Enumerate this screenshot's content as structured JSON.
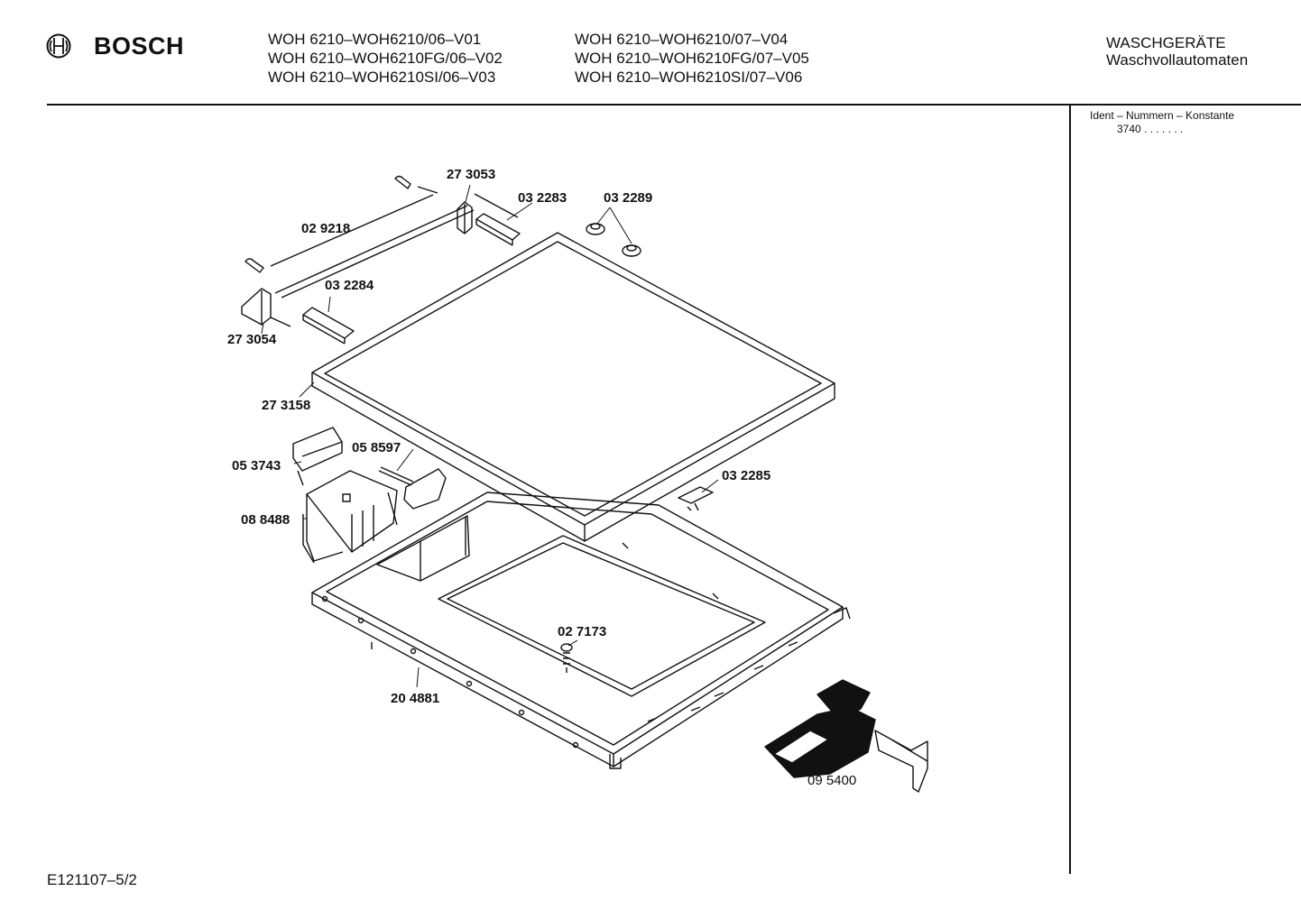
{
  "header": {
    "brand": "BOSCH",
    "models_left": [
      "WOH 6210–WOH6210/06–V01",
      "WOH 6210–WOH6210FG/06–V02",
      "WOH 6210–WOH6210SI/06–V03"
    ],
    "models_right": [
      "WOH 6210–WOH6210/07–V04",
      "WOH 6210–WOH6210FG/07–V05",
      "WOH 6210–WOH6210SI/07–V06"
    ],
    "category_line1": "WASCHGERÄTE",
    "category_line2": "Waschvollautomaten"
  },
  "sidebar": {
    "ident_label": "Ident – Nummern – Konstante",
    "ident_value": "3740  .  .     .  .  .  .  ."
  },
  "parts": {
    "p273053": "27 3053",
    "p032283": "03 2283",
    "p032289": "03 2289",
    "p029218": "02 9218",
    "p032284": "03 2284",
    "p273054": "27 3054",
    "p273158": "27 3158",
    "p058597": "05 8597",
    "p053743": "05 3743",
    "p088488": "08 8488",
    "p032285": "03 2285",
    "p027173": "02 7173",
    "p204881": "20 4881",
    "p095400": "09 5400"
  },
  "footer": {
    "drawing_id": "E121107–5/2"
  }
}
